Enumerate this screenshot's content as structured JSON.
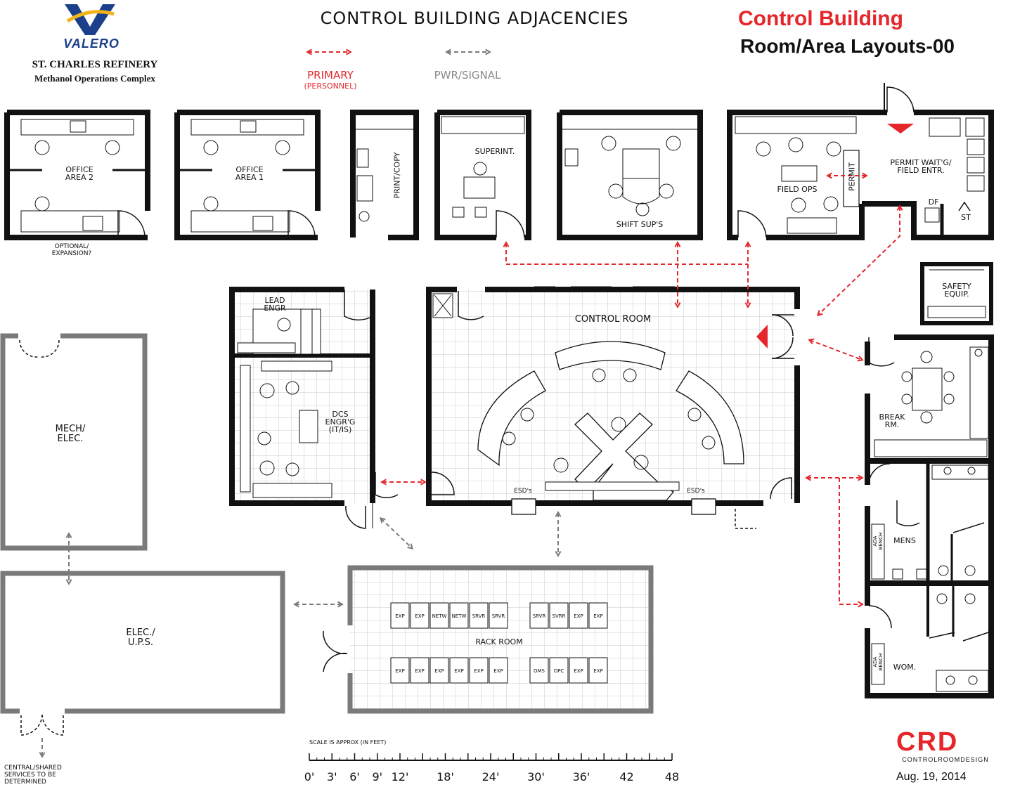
{
  "header": {
    "brand": "VALERO",
    "site": "ST. CHARLES REFINERY",
    "complex": "Methanol Operations Complex",
    "adjacency_title": "CONTROL BUILDING ADJACENCIES",
    "title": "Control Building",
    "subtitle": "Room/Area Layouts-00"
  },
  "legend": {
    "primary": "PRIMARY",
    "primary_sub": "(PERSONNEL)",
    "signal": "PWR/SIGNAL"
  },
  "rooms": {
    "office2": "OFFICE AREA 2",
    "office1": "OFFICE AREA 1",
    "optional": "OPTIONAL/ EXPANSION?",
    "print": "PRINT/COPY",
    "superint": "SUPERINT.",
    "shift": "SHIFT SUP'S",
    "field_ops": "FIELD OPS",
    "permit": "PERMIT",
    "permit_wait": "PERMIT WAIT'G/ FIELD ENTR.",
    "df": "DF",
    "st": "ST",
    "safety": "SAFETY EQUIP.",
    "lead": "LEAD ENGR",
    "dcs": "DCS ENGR'G (IT/IS)",
    "control": "CONTROL ROOM",
    "esd_left": "ESD's",
    "esd_right": "ESD's",
    "break": "BREAK RM.",
    "mens": "MENS",
    "wom": "WOM.",
    "ada1": "ADA BENCH",
    "ada2": "ADA BENCH",
    "mech": "MECH/ ELEC.",
    "elec": "ELEC./ U.P.S.",
    "rack": "RACK ROOM",
    "central": "CENTRAL/SHARED SERVICES TO BE DETERMINED"
  },
  "rack": {
    "top": [
      "EXP",
      "EXP",
      "NETW",
      "NETW",
      "SRVR",
      "SRVR",
      "SRVR",
      "SVRR",
      "EXP",
      "EXP"
    ],
    "bottom": [
      "EXP",
      "EXP",
      "EXP",
      "EXP",
      "EXP",
      "EXP",
      "OMS",
      "OPC",
      "EXP",
      "EXP"
    ]
  },
  "scale": {
    "caption": "SCALE IS APPROX (IN FEET)",
    "labels": [
      "0'",
      "3'",
      "6'",
      "9'",
      "12'",
      "18'",
      "24'",
      "30'",
      "36'",
      "42",
      "48"
    ]
  },
  "footer": {
    "logo": "CRD",
    "company": "CONTROLROOMDESIGN",
    "date": "Aug. 19, 2014"
  },
  "colors": {
    "wall": "#111111",
    "shared_wall": "#7a7a7a",
    "primary_arrow": "#e5262b",
    "signal_arrow": "#7a7a7a",
    "grid": "#c8c8c8",
    "logo_blue": "#1b3f8b",
    "logo_gold": "#f2b41b"
  }
}
